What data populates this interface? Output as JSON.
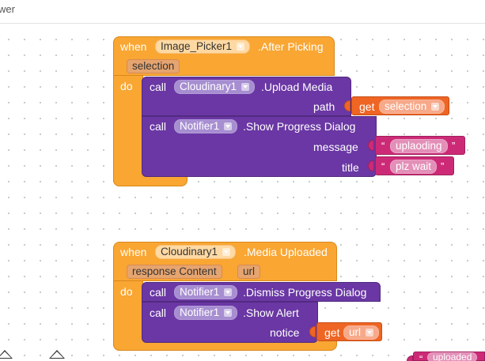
{
  "header": {
    "title": "wer"
  },
  "event1": {
    "when": "when",
    "component": "Image_Picker1",
    "event": ".After Picking",
    "param": "selection",
    "do": "do",
    "call1": {
      "call": "call",
      "component": "Cloudinary1",
      "method": ".Upload Media",
      "arg_label": "path",
      "get": "get",
      "get_var": "selection"
    },
    "call2": {
      "call": "call",
      "component": "Notifier1",
      "method": ".Show Progress Dialog",
      "arg1_label": "message",
      "arg1_value": "uplaoding",
      "arg2_label": "title",
      "arg2_value": "plz wait"
    }
  },
  "event2": {
    "when": "when",
    "component": "Cloudinary1",
    "event": ".Media Uploaded",
    "param1": "response Content",
    "param2": "url",
    "do": "do",
    "call1": {
      "call": "call",
      "component": "Notifier1",
      "method": ".Dismiss Progress Dialog"
    },
    "call2": {
      "call": "call",
      "component": "Notifier1",
      "method": ".Show Alert",
      "arg_label": "notice",
      "get": "get",
      "get_var": "url"
    }
  },
  "stray_text": {
    "value": "uploaded"
  },
  "colors": {
    "event": "#f9a633",
    "method": "#6a37a4",
    "get": "#ef6524",
    "text": "#cc2a77"
  },
  "icons": [
    "caret-up-icon",
    "caret-up-icon"
  ]
}
